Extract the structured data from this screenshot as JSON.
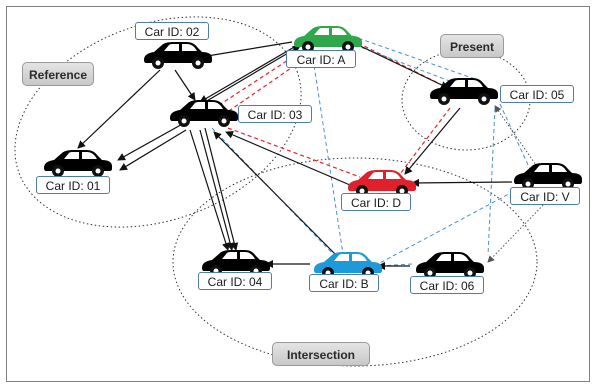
{
  "diagram": {
    "sets": [
      {
        "id": "reference",
        "label": "Reference"
      },
      {
        "id": "present",
        "label": "Present"
      },
      {
        "id": "intersection",
        "label": "Intersection"
      }
    ],
    "cars": [
      {
        "id": "02",
        "label": "Car ID: 02",
        "color": "#000000"
      },
      {
        "id": "A",
        "label": "Car ID: A",
        "color": "#2ea84a"
      },
      {
        "id": "03",
        "label": "Car ID: 03",
        "color": "#000000"
      },
      {
        "id": "05",
        "label": "Car ID: 05",
        "color": "#000000"
      },
      {
        "id": "01",
        "label": "Car ID: 01",
        "color": "#000000"
      },
      {
        "id": "D",
        "label": "Car ID: D",
        "color": "#e0202a"
      },
      {
        "id": "V",
        "label": "Car ID: V",
        "color": "#000000"
      },
      {
        "id": "04",
        "label": "Car ID: 04",
        "color": "#000000"
      },
      {
        "id": "B",
        "label": "Car ID: B",
        "color": "#1e9ad8"
      },
      {
        "id": "06",
        "label": "Car ID: 06",
        "color": "#000000"
      }
    ],
    "edge_colors": {
      "directed": "#111111",
      "red_dashed": "#e8242a",
      "blue_dashed": "#4a8fd0",
      "dotted": "#555555"
    }
  }
}
